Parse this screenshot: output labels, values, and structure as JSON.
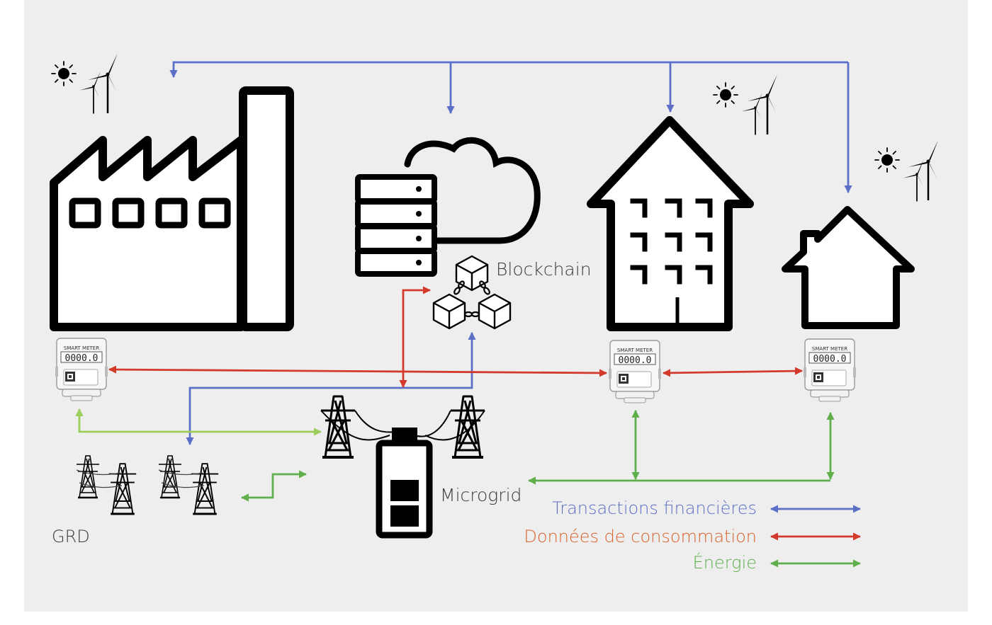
{
  "labels": {
    "blockchain": "Blockchain",
    "microgrid": "Microgrid",
    "grd": "GRD"
  },
  "meter": {
    "title": "SMART METER",
    "reading": "0000.0"
  },
  "legend": [
    {
      "label": "Transactions financières",
      "color": "#5b6fc7"
    },
    {
      "label": "Données de consommation",
      "color": "#d33a2c"
    },
    {
      "label": "Énergie",
      "color": "#5fb04c"
    }
  ],
  "colors": {
    "financial": "#5b6fc7",
    "data": "#d33a2c",
    "energy": "#5fb04c",
    "energy_light": "#9acd5a",
    "legend_data_text": "#d9622a",
    "background": "#eeeeef"
  },
  "icons": [
    "factory-icon",
    "cloud-server-icon",
    "blockchain-icon",
    "apartment-building-icon",
    "house-icon",
    "smart-meter-icon",
    "pylon-icon",
    "battery-icon",
    "sun-icon",
    "wind-turbine-icon",
    "solar-panel-icon"
  ]
}
